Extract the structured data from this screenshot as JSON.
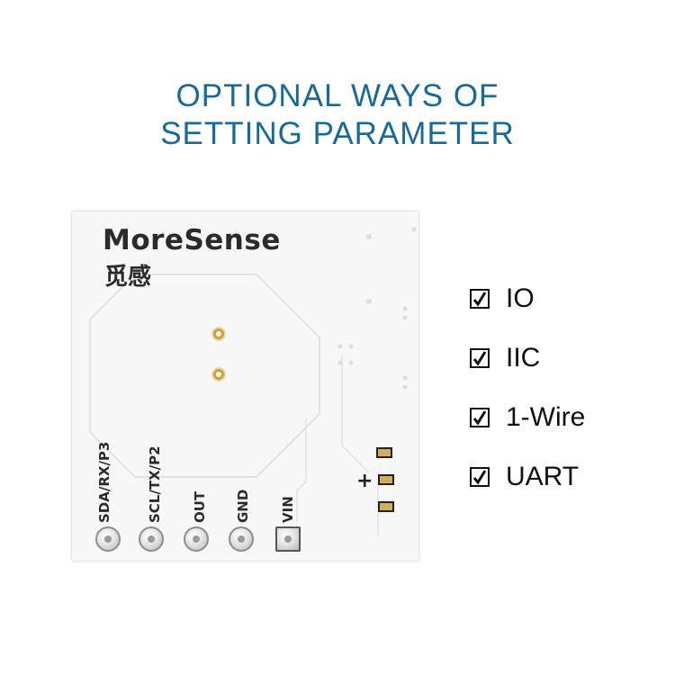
{
  "title": {
    "line1": "OPTIONAL WAYS OF",
    "line2": "SETTING PARAMETER"
  },
  "board": {
    "brand": "MoreSense",
    "brand_cn": "觅感",
    "pins": [
      {
        "label": "SDA/RX/P3",
        "shape": "round"
      },
      {
        "label": "SCL/TX/P2",
        "shape": "round"
      },
      {
        "label": "OUT",
        "shape": "round"
      },
      {
        "label": "GND",
        "shape": "round"
      },
      {
        "label": "VIN",
        "shape": "square"
      }
    ],
    "polarity_mark": "+"
  },
  "options": [
    {
      "label": "IO",
      "checked": true
    },
    {
      "label": "IIC",
      "checked": true
    },
    {
      "label": "1-Wire",
      "checked": true
    },
    {
      "label": "UART",
      "checked": true
    }
  ],
  "icons": {
    "checkbox": "checkmark-icon"
  },
  "colors": {
    "title": "#1a6a96",
    "board": "#f7f7f7",
    "gold": "#c9a23b",
    "text": "#2b2b2b"
  }
}
